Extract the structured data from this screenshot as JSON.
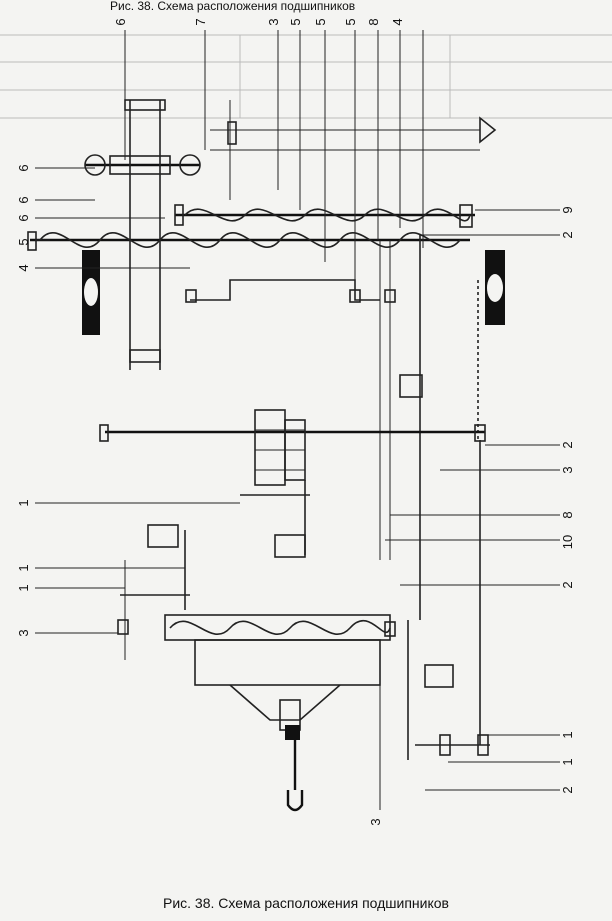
{
  "header_fragment": "Рис. 38. Схема расположения подшипников",
  "caption": "Рис. 38. Схема расположения подшипников",
  "leader_labels": {
    "left": [
      "6",
      "6",
      "6",
      "5",
      "4",
      "1",
      "1",
      "1",
      "3"
    ],
    "top": [
      "6",
      "7",
      "3",
      "5",
      "5",
      "5",
      "8",
      "4"
    ],
    "right": [
      "9",
      "2",
      "2",
      "3",
      "8",
      "10",
      "2",
      "1",
      "1",
      "2"
    ],
    "bottom": [
      "3"
    ]
  },
  "colors": {
    "ink": "#111111",
    "paper": "#f4f4f2",
    "ghost": "#bbbbbb"
  }
}
